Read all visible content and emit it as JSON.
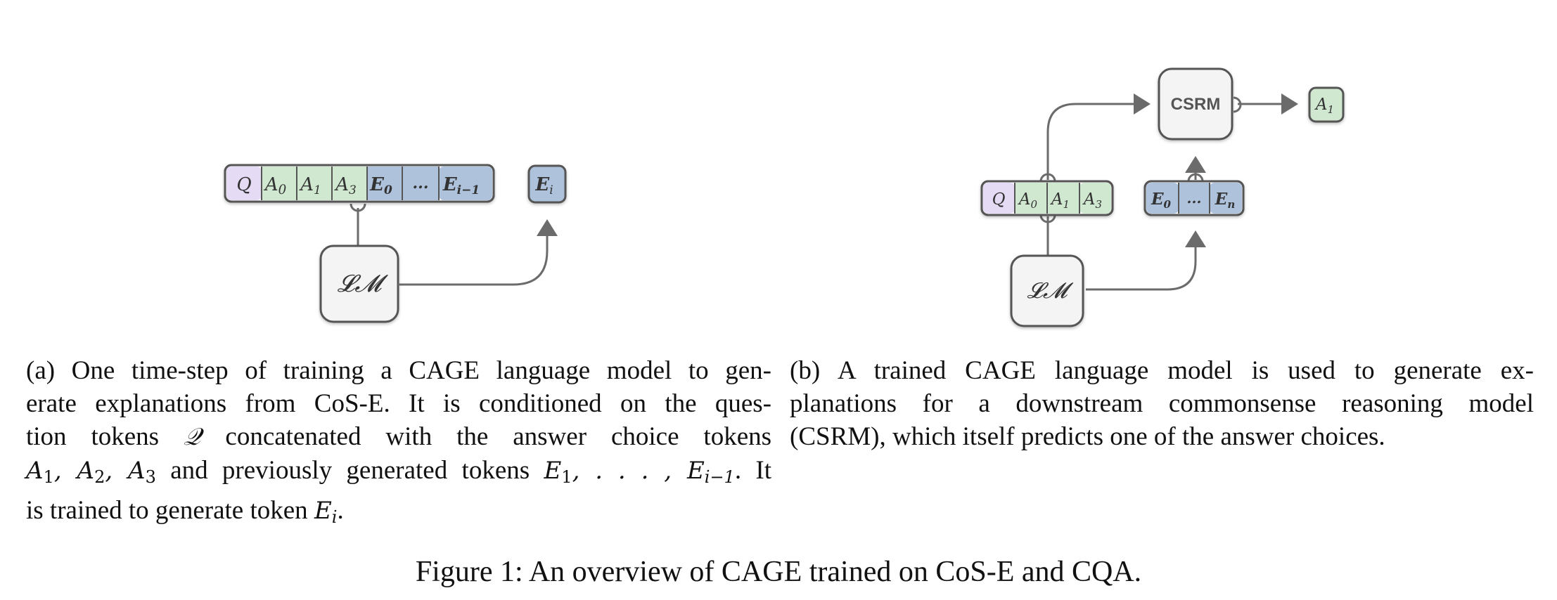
{
  "diagram_a": {
    "input_tokens": [
      "Q",
      "A",
      "A",
      "A",
      "E",
      "...",
      "E"
    ],
    "token_subscripts": [
      "",
      "0",
      "1",
      "3",
      "0",
      "",
      "i−1"
    ],
    "output_token": "E",
    "output_subscript": "i",
    "model_label": "𝓛𝓜"
  },
  "diagram_b": {
    "question_tokens": [
      "Q",
      "A",
      "A",
      "A"
    ],
    "question_subscripts": [
      "",
      "0",
      "1",
      "3"
    ],
    "explanation_tokens": [
      "E",
      "...",
      "E"
    ],
    "explanation_subscripts": [
      "0",
      "",
      "n"
    ],
    "model_label": "𝓛𝓜",
    "csrm_label": "CSRM",
    "output_token": "A",
    "output_subscript": "1"
  },
  "colors": {
    "question": "#e6dbf4",
    "answer": "#cfe8cf",
    "explanation": "#aec2dc",
    "box_fill": "#f4f4f4",
    "stroke": "#555555"
  },
  "captions": {
    "a": {
      "line1": "(a) One time-step of training a CAGE language model to gen-",
      "line2": "erate explanations from CoS-E. It is conditioned on the ques-",
      "line3_pre": "tion tokens",
      "line3_q": "𝒬",
      "line3_post": "concatenated with the answer choice tokens",
      "line4_post": "and previously generated tokens",
      "line4_end": ". It",
      "line5_pre": "is trained to generate token",
      "line5_end": "."
    },
    "b": {
      "line1": "(b) A trained CAGE language model is used to generate ex-",
      "line2": "planations for a downstream commonsense reasoning model",
      "line3": "(CSRM), which itself predicts one of the answer choices."
    }
  },
  "figure_title": "Figure 1: An overview of CAGE trained on CoS-E and CQA."
}
